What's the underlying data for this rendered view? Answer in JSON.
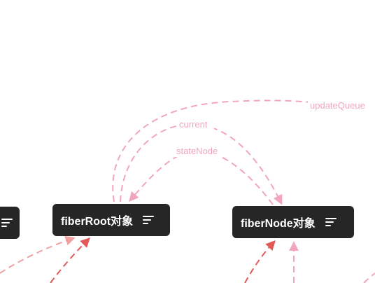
{
  "nodes": {
    "fiberroot": {
      "label": "fiberRoot对象",
      "icon": "menu-lines-icon"
    },
    "fibernode": {
      "label": "fiberNode对象",
      "icon": "menu-lines-icon"
    },
    "left_partial": {
      "label": "",
      "icon": "menu-lines-icon"
    }
  },
  "edges": {
    "update_queue": {
      "label": "updateQueue"
    },
    "current": {
      "label": "current"
    },
    "state_node": {
      "label": "stateNode"
    }
  },
  "colors": {
    "node_bg": "#262626",
    "node_text": "#ffffff",
    "edge_pink": "#f2a5c0",
    "edge_red": "#e05a5a",
    "edge_salmon": "#f0a0a0"
  }
}
